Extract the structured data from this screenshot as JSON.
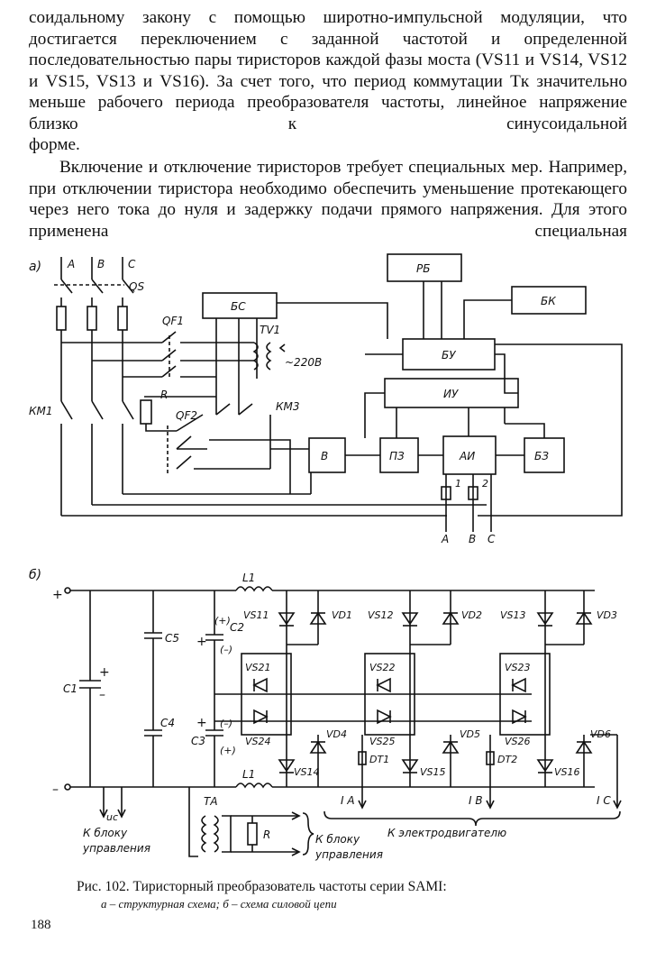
{
  "text": {
    "para1": "соидальному закону с помощью широтно-импульсной модуляции, что достигается переключением с заданной частотой и определенной последовательностью пары тиристоров каждой фазы моста (VS11 и VS14, VS12 и VS15, VS13 и VS16). За счет того, что период коммутации Tк значительно меньше рабочего периода преобразователя частоты, линейное напряжение близко к синусоидальной",
    "para1_last": "форме.",
    "para2": "Включение и отключение тиристоров требует специальных мер. Например, при отключении тиристора необходимо обеспечить уменьшение протекающего через него тока до нуля и задержку подачи прямого напряжения. Для этого применена специальная"
  },
  "diagram_a": {
    "panel_label": "а)",
    "phases": [
      "А",
      "В",
      "С"
    ],
    "switch_qs": "QS",
    "breaker_qf1": "QF1",
    "transformer_tv1": "TV1",
    "supply": "~220В",
    "contactor_km1": "КМ1",
    "resistor_r": "R",
    "breaker_qf2": "QF2",
    "contactor_km3": "КМ3",
    "blocks": {
      "rb": "РБ",
      "bs": "БС",
      "bk": "БК",
      "bu": "БУ",
      "iu": "ИУ",
      "v": "В",
      "pz": "ПЗ",
      "ai": "АИ",
      "bz": "БЗ"
    },
    "sensor_1": "1",
    "sensor_2": "2",
    "outputs": [
      "А",
      "В",
      "С"
    ]
  },
  "diagram_b": {
    "panel_label": "б)",
    "plus": "+",
    "minus": "–",
    "c1": "С1",
    "c5": "С5",
    "c4": "С4",
    "c2": "С2",
    "c3": "С3",
    "l1_top": "L1",
    "l1_bottom": "L1",
    "pol_plus_paren": "(+)",
    "pol_minus_paren": "(–)",
    "pol_plus": "+",
    "pol_minus": "–",
    "thyristors_top": [
      "VS11",
      "VS12",
      "VS13"
    ],
    "diodes_top": [
      "VD1",
      "VD2",
      "VD3"
    ],
    "thyristors_upper_aux": [
      "VS21",
      "VS22",
      "VS23"
    ],
    "thyristors_lower_aux": [
      "VS24",
      "VS25",
      "VS26"
    ],
    "diodes_bottom": [
      "VD4",
      "VD5",
      "VD6"
    ],
    "thyristors_bottom": [
      "VS14",
      "VS15",
      "VS16"
    ],
    "current_sensors": [
      "DT1",
      "DT2"
    ],
    "phase_outputs": [
      "I A",
      "I B",
      "I C"
    ],
    "uc": "uc",
    "ta": "ТА",
    "r": "R",
    "to_control_1": "К блоку",
    "to_control_1b": "управления",
    "to_control_2": "К блоку",
    "to_control_2b": "управления",
    "to_motor": "К электродвигателю"
  },
  "caption": {
    "line1": "Рис. 102. Тиристорный преобразователь частоты серии SAMI:",
    "line2": "а – структурная схема; б – схема силовой цепи"
  },
  "page_number": "188"
}
